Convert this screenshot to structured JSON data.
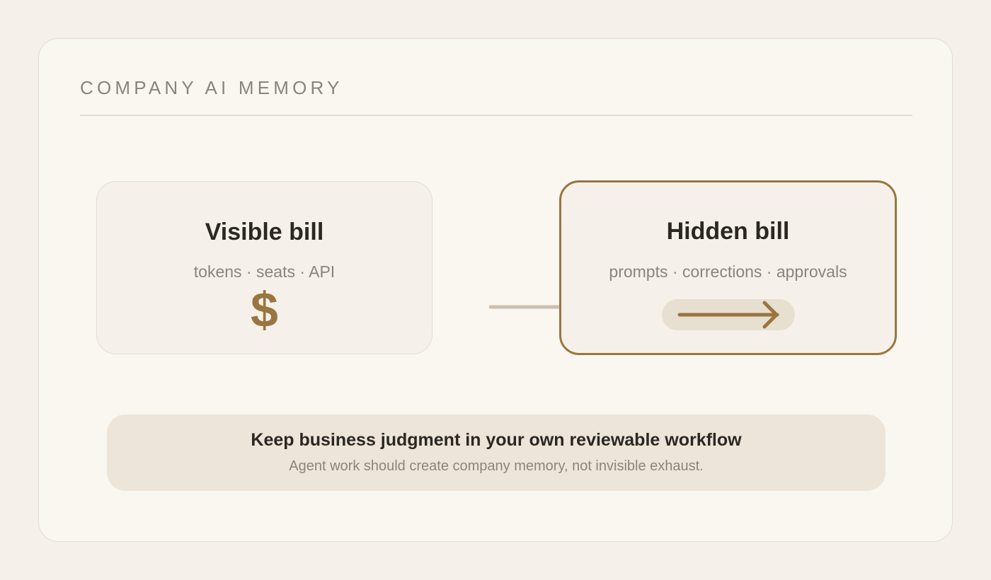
{
  "header": {
    "eyebrow": "COMPANY AI MEMORY"
  },
  "visible_bill": {
    "title": "Visible bill",
    "items": "tokens · seats · API",
    "symbol": "$",
    "icon": "dollar-sign-icon"
  },
  "hidden_bill": {
    "title": "Hidden bill",
    "items": "prompts · corrections · approvals",
    "icon": "arrow-right-icon"
  },
  "connector": {
    "icon": "arrow-right-icon"
  },
  "banner": {
    "title": "Keep business judgment in your own reviewable workflow",
    "subtitle": "Agent work should create company memory, not invisible exhaust."
  },
  "colors": {
    "background": "#f5f1ea",
    "card": "#faf7f0",
    "accent": "#9a7540",
    "muted_text": "#8a857b",
    "heading_text": "#2b2722",
    "connector": "#cdbfaf",
    "banner": "#ede5d9",
    "pill": "#e7dfcf"
  }
}
